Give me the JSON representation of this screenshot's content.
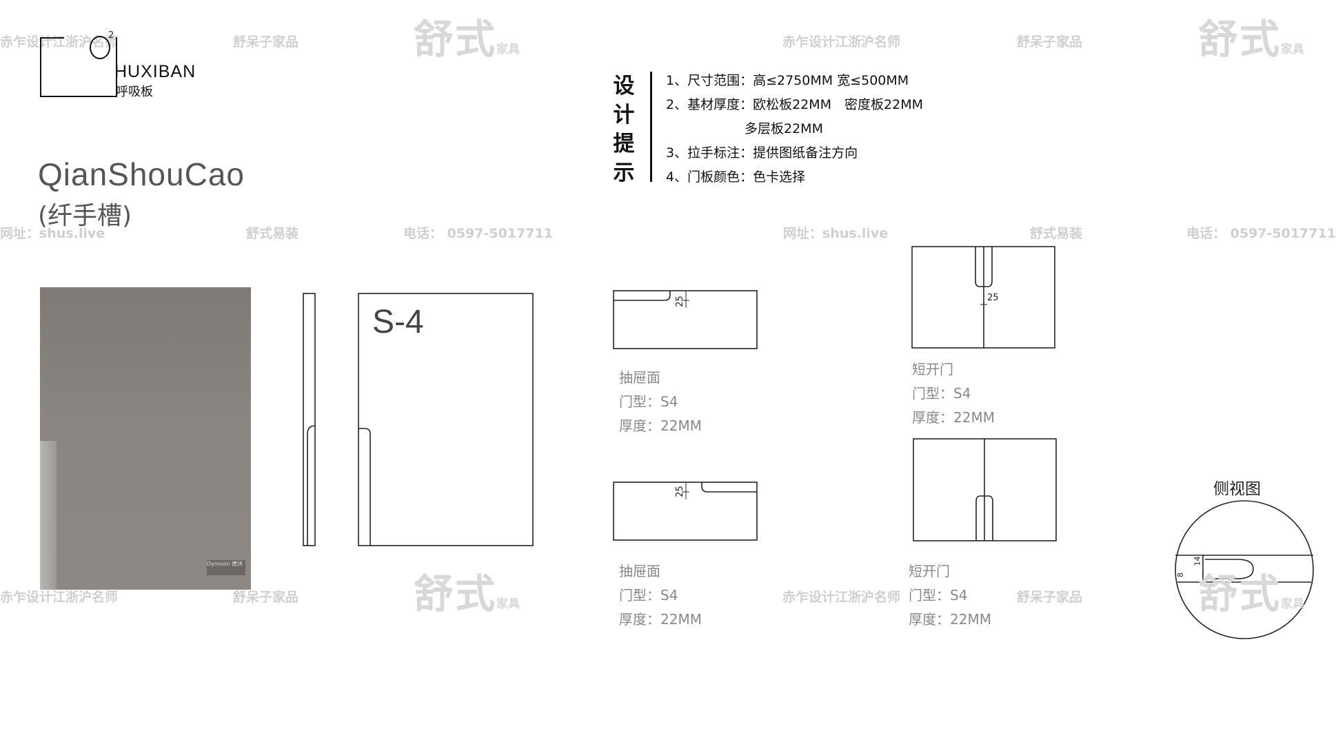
{
  "logo": {
    "sup": "2",
    "name": "HUXIBAN",
    "cn": "呼吸板"
  },
  "title": {
    "en": "QianShouCao",
    "cn": "(纤手槽)"
  },
  "tips": {
    "heading": [
      "设",
      "计",
      "提",
      "示"
    ],
    "lines": [
      "1、尺寸范围：高≤2750MM 宽≤500MM",
      "2、基材厚度：欧松板22MM　密度板22MM",
      "　　　　　　多层板22MM",
      "3、拉手标注：提供图纸备注方向",
      "4、门板颜色：色卡选择"
    ]
  },
  "model_label": "S-4",
  "drawings": {
    "drawer_top": {
      "dim": "25",
      "caption": [
        "抽屉面",
        "门型：S4",
        "厚度：22MM"
      ]
    },
    "drawer_bottom": {
      "dim": "25",
      "caption": [
        "抽屉面",
        "门型：S4",
        "厚度：22MM"
      ]
    },
    "short_door_top": {
      "dim": "25",
      "caption": [
        "短开门",
        "门型：S4",
        "厚度：22MM"
      ]
    },
    "short_door_bottom": {
      "caption": [
        "短开门",
        "门型：S4",
        "厚度：22MM"
      ]
    },
    "side_view": {
      "title": "侧视图",
      "dim1": "14",
      "dim2": "8"
    }
  },
  "watermarks": {
    "row1": [
      "赤乍设计江浙沪名师",
      "舒呆子家品",
      "舒式",
      "家具",
      "赤乍设计江浙沪名师",
      "舒呆子家品",
      "舒式",
      "家具"
    ],
    "row2": [
      "网址：shus.live",
      "舒式易装",
      "电话： 0597-5017711",
      "网址：shus.live",
      "舒式易装",
      "电话： 0597-5017711"
    ],
    "row3": [
      "赤乍设计江浙沪名师",
      "舒呆子家品",
      "舒式",
      "家具",
      "赤乍设计江浙沪名师",
      "舒呆子家品",
      "舒式",
      "家具"
    ]
  },
  "photo_tag": "Dymoon 德沐"
}
